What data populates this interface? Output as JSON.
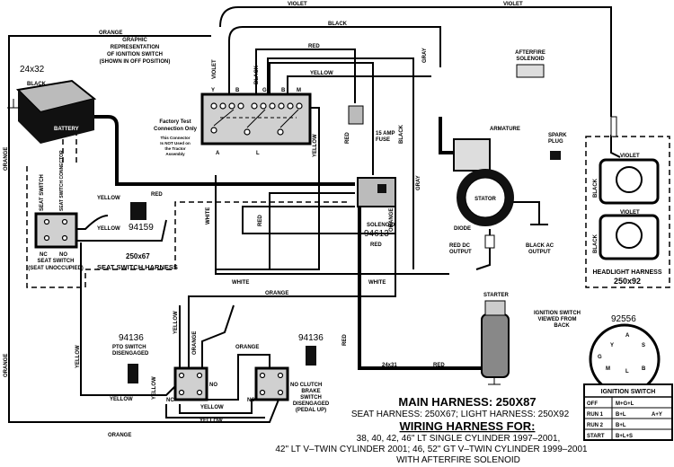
{
  "wire_labels": {
    "violet_top_left": "VIOLET",
    "violet_top_right": "VIOLET",
    "orange_top": "ORANGE",
    "black_top": "BLACK",
    "red_top": "RED",
    "yellow_top": "YELLOW",
    "violet_vert": "VIOLET",
    "black_vert": "BLACK",
    "black_vert2": "BLACK",
    "gray_top": "GRAY",
    "gray_mid": "GRAY",
    "red_fuse": "RED",
    "yellow_mid": "YELLOW",
    "black_battery": "BLACK",
    "orange_left": "ORANGE",
    "orange_left_low": "ORANGE",
    "yellow_seat_top": "YELLOW",
    "yellow_seat_bottom": "YELLOW",
    "red_seat": "RED",
    "white_vert": "WHITE",
    "red_vert": "RED",
    "orange_vert": "ORANGE",
    "red_horiz": "RED",
    "white_horiz": "WHITE",
    "white_horiz2": "WHITE",
    "orange_mid": "ORANGE",
    "yellow_pto_vert": "YELLOW",
    "orange_pto_vert": "ORANGE",
    "yellow_left_vert": "YELLOW",
    "yellow_pto_left": "YELLOW",
    "yellow_pto_vert2": "YELLOW",
    "orange_between": "ORANGE",
    "yellow_bottom1": "YELLOW",
    "yellow_bottom2": "YELLOW",
    "orange_bottom": "ORANGE",
    "red_starter_vert": "RED",
    "red_starter": "RED",
    "black_headlight": "BLACK",
    "violet_headlight1": "VIOLET",
    "black_headlight2": "BLACK",
    "violet_headlight2": "VIOLET"
  },
  "components": {
    "battery_size": "24x32",
    "battery": "BATTERY",
    "ignition_graphic": [
      "GRAPHIC",
      "REPRESENTATION",
      "OF IGNITION SWITCH",
      "(SHOWN IN OFF POSITION)"
    ],
    "ignition_terminals": [
      "Y",
      "B",
      "G",
      "B",
      "M",
      "A",
      "L"
    ],
    "factory_test": [
      "Factory Test",
      "Connection Only"
    ],
    "factory_note": [
      "This Connector",
      "Is NOT Used on",
      "the Tractor",
      "Assembly"
    ],
    "fuse": [
      "15 AMP",
      "FUSE"
    ],
    "afterfire": [
      "AFTERFIRE",
      "SOLENOID"
    ],
    "armature": "ARMATURE",
    "spark_plug": [
      "SPARK",
      "PLUG"
    ],
    "stator": "STATOR",
    "solenoid": "SOLENOID",
    "solenoid_part": "94613",
    "diode": "DIODE",
    "red_dc_output": [
      "RED DC",
      "OUTPUT"
    ],
    "black_ac_output": [
      "BLACK AC",
      "OUTPUT"
    ],
    "starter": "STARTER",
    "seat_switch_label": "SEAT SWITCH",
    "seat_switch_connector": "SEAT SWITCH CONNECTOR",
    "seat_switch_vert": "SEAT SWITCH",
    "seat_switch_caption": [
      "SEAT SWITCH",
      "(SEAT UNOCCUPIED)"
    ],
    "nc": "NC",
    "no": "NO",
    "part_94159": "94159",
    "seat_harness_size": "250x67",
    "seat_harness": "SEAT SWITCH HARNESS",
    "pto_part": "94136",
    "pto_caption": [
      "PTO SWITCH",
      "DISENGAGED"
    ],
    "clutch_part": "94136",
    "clutch_caption": [
      "CLUTCH",
      "BRAKE",
      "SWITCH",
      "DISENGAGED",
      "(PEDAL UP)"
    ],
    "headlight_harness": "HEADLIGHT HARNESS",
    "headlight_harness_size": "250x92",
    "starter_cable": "24x31",
    "ignition_back_part": "92556",
    "ignition_back_caption": [
      "IGNITION SWITCH",
      "VIEWED FROM",
      "BACK"
    ],
    "ignition_back_pins": [
      "A",
      "Y",
      "S",
      "G",
      "M",
      "L",
      "B"
    ]
  },
  "ignition_table": {
    "title": "IGNITION SWITCH",
    "rows": [
      [
        "OFF",
        "M+G+L",
        ""
      ],
      [
        "RUN 1",
        "B+L",
        "A+Y"
      ],
      [
        "RUN 2",
        "B+L",
        ""
      ],
      [
        "START",
        "B+L+S",
        ""
      ]
    ]
  },
  "footer": {
    "main_harness": "MAIN HARNESS: 250X87",
    "sub_harness": "SEAT HARNESS: 250X67;  LIGHT HARNESS: 250X92",
    "wiring_for": "WIRING HARNESS FOR:",
    "line1": "38, 40, 42, 46\" LT SINGLE CYLINDER 1997–2001,",
    "line2": "42\" LT V–TWIN CYLINDER 2001;   46, 52\" GT V–TWIN CYLINDER 1999–2001",
    "line3": "WITH AFTERFIRE SOLENOID"
  }
}
